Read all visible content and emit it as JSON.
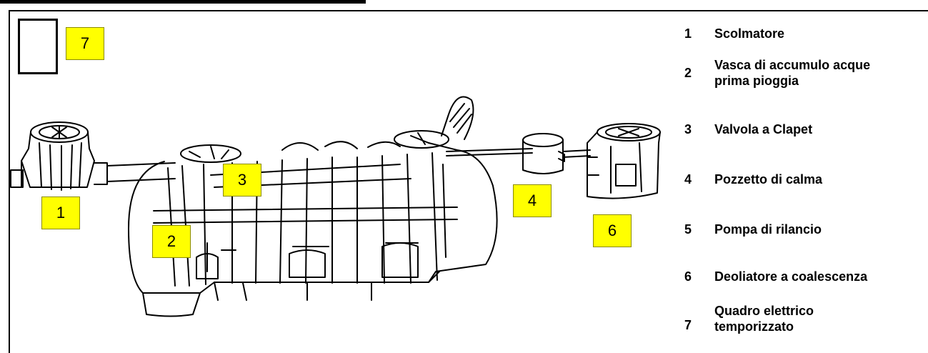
{
  "callouts": [
    {
      "number": "7"
    },
    {
      "number": "3"
    },
    {
      "number": "1"
    },
    {
      "number": "2"
    },
    {
      "number": "4"
    },
    {
      "number": "6"
    }
  ],
  "icons": {
    "electric": "lightning-bolt-icon"
  },
  "colors": {
    "callout_fill": "#ffff00",
    "line": "#000000",
    "background": "#ffffff"
  },
  "legend": [
    {
      "number": "1",
      "text": "Scolmatore"
    },
    {
      "number": "2",
      "text": "Vasca di accumulo acque prima pioggia"
    },
    {
      "number": "3",
      "text": "Valvola a Clapet"
    },
    {
      "number": "4",
      "text": "Pozzetto di calma"
    },
    {
      "number": "5",
      "text": "Pompa di rilancio"
    },
    {
      "number": "6",
      "text": "Deoliatore a coalescenza"
    },
    {
      "number": "7",
      "text": "Quadro elettrico temporizzato"
    }
  ]
}
